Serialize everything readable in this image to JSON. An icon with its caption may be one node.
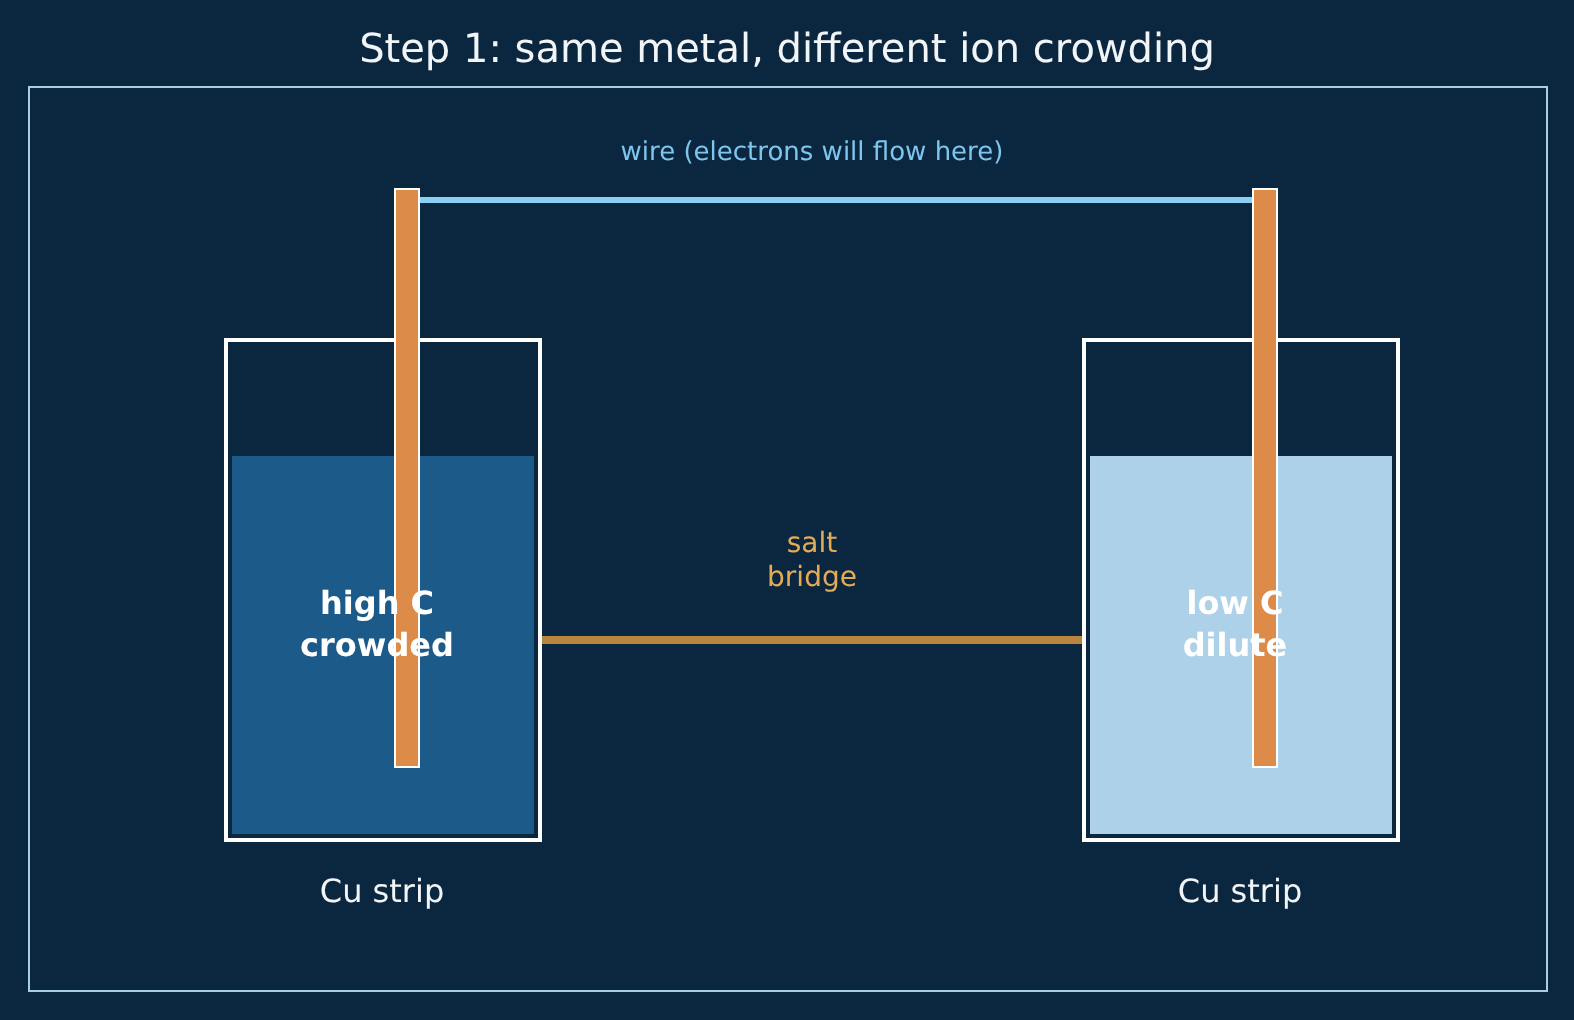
{
  "diagram": {
    "title": "Step 1: same metal, different ion crowding",
    "nodes": [
      {
        "text": [
          "high C crowded"
        ]
      },
      {
        "text": [],
        "shape": "bar"
      },
      {
        "text": [
          "low C dilute"
        ]
      },
      {
        "text": [],
        "shape": "bar"
      }
    ],
    "edges": [
      {
        "from": 1,
        "to": 3,
        "arrow": "none",
        "label": "wire (electrons will flow here)",
        "color": "#8ccff5"
      },
      {
        "from": 0,
        "to": 2,
        "arrow": "none",
        "label": "salt bridge",
        "color": "#b8863e"
      }
    ],
    "labels": [
      "Cu strip",
      "Cu strip"
    ]
  }
}
